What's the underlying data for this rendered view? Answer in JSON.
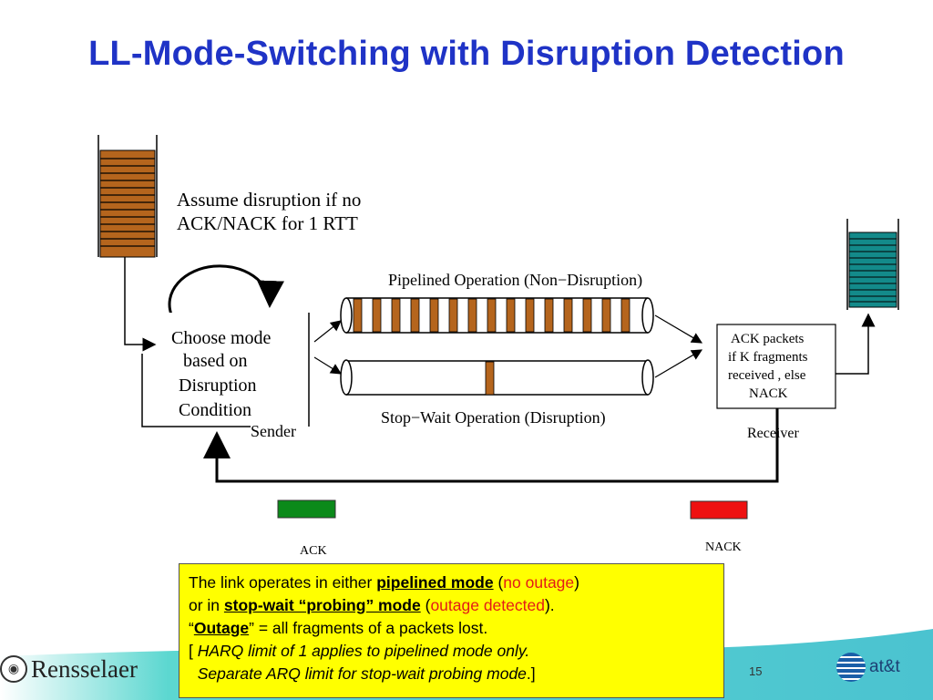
{
  "slide": {
    "title": "LL-Mode-Switching with Disruption Detection",
    "page_number": "15"
  },
  "diagram": {
    "assume_line1": "Assume disruption if no",
    "assume_line2": "ACK/NACK for 1 RTT",
    "choose_line1": "Choose mode",
    "choose_line2": "based on",
    "choose_line3": "Disruption",
    "choose_line4": "Condition",
    "sender_label": "Sender",
    "receiver_label": "Receiver",
    "pipelined_label": "Pipelined Operation (Non−Disruption)",
    "stopwait_label": "Stop−Wait Operation (Disruption)",
    "ack_box_line1": "ACK packets",
    "ack_box_line2": "if K fragments",
    "ack_box_line3": "received , else",
    "ack_box_line4": "NACK",
    "ack_label": "ACK",
    "nack_label": "NACK"
  },
  "note": {
    "l1_a": "The link operates in either ",
    "l1_b": "pipelined mode",
    "l1_c": " (",
    "l1_d": "no outage",
    "l1_e": ")",
    "l2_a": "or in ",
    "l2_b": "stop-wait “probing” mode",
    "l2_c": " (",
    "l2_d": "outage detected",
    "l2_e": ").",
    "l3_a": "“",
    "l3_b": "Outage",
    "l3_c": "” = all fragments of a packets lost.",
    "l4_a": "[ ",
    "l4_b": "HARQ limit of 1 applies to pipelined mode only.",
    "l5_a": "  ",
    "l5_b": "Separate ARQ limit for stop-wait probing mode",
    "l5_c": ".]"
  },
  "footer": {
    "rensselaer": "Rensselaer",
    "att": "at&t"
  },
  "colors": {
    "title": "#1f33c6",
    "sender_buffer": "#b5651d",
    "receiver_buffer": "#138a8a",
    "ack_bar": "#0b8a1a",
    "nack_bar": "#ee1111",
    "note_bg": "#ffff00",
    "footer_teal": "#2ec4c0"
  }
}
